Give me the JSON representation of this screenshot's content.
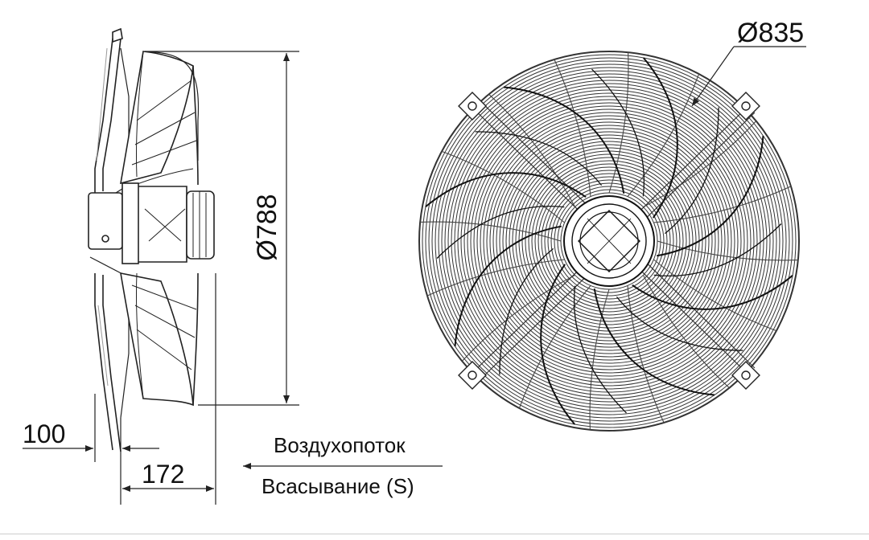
{
  "drawing": {
    "front_diameter_label": "Ø835",
    "side_diameter_label": "Ø788",
    "depth_front_label": "100",
    "depth_total_label": "172",
    "airflow_label": "Воздухопоток",
    "suction_label": "Всасывание (S)"
  },
  "colors": {
    "line": "#222222",
    "light_line": "#888888",
    "background": "#ffffff"
  }
}
